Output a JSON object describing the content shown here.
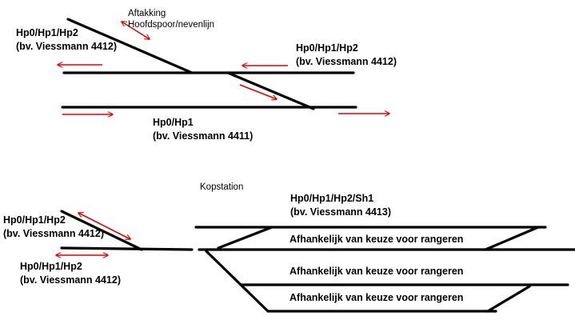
{
  "colors": {
    "track": "#000000",
    "arrow": "#e00000",
    "background": "#ffffff",
    "text": "#000000"
  },
  "labels": {
    "junction_title": [
      "Aftakking",
      "Hoofdspoor/nevenlijn"
    ],
    "signal_top_left": [
      "Hp0/Hp1/Hp2",
      "(bv. Viessmann 4412)"
    ],
    "signal_top_right": [
      "Hp0/Hp1/Hp2",
      "(bv. Viessmann 4412)"
    ],
    "signal_main": [
      "Hp0/Hp1",
      "(bv. Viessmann 4411)"
    ],
    "station_title": "Kopstation",
    "signal_station": [
      "Hp0/Hp1/Hp2/Sh1",
      "(bv. Viessmann 4413)"
    ],
    "signal_bottom_upper": [
      "Hp0/Hp1/Hp2",
      "(bv. Viessmann 4412)"
    ],
    "signal_bottom_lower": [
      "Hp0/Hp1/Hp2",
      "(bv. Viessmann 4412)"
    ],
    "shunting": [
      "Afhankelijk van keuze voor rangeren",
      "Afhankelijk van keuze voor rangeren",
      "Afhankelijk van keuze voor rangeren"
    ]
  }
}
